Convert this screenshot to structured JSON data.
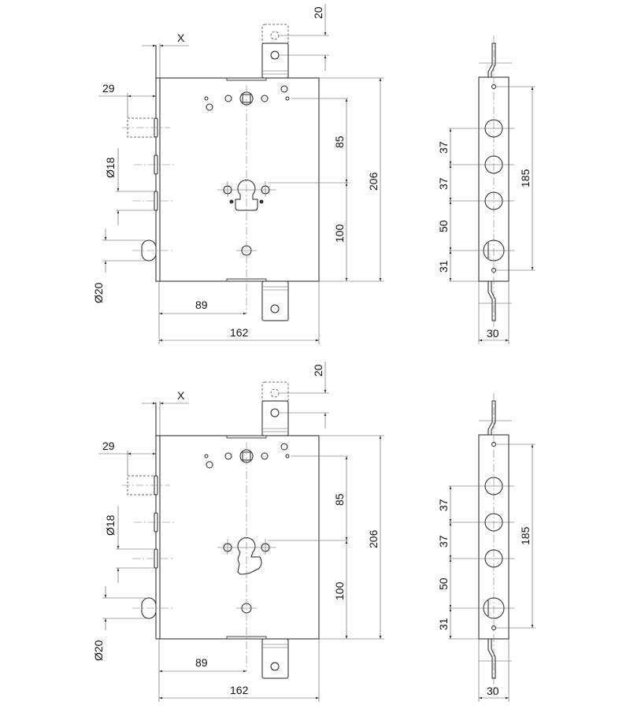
{
  "drawings": [
    {
      "name": "lock-drawing-top",
      "keyhole": "standard"
    },
    {
      "name": "lock-drawing-bottom",
      "keyhole": "lobed"
    }
  ],
  "dims": {
    "x": "X",
    "d29": "29",
    "d18": "Ø18",
    "d20": "Ø20",
    "d85": "85",
    "d100": "100",
    "d206": "206",
    "d20top": "20",
    "d89": "89",
    "d162": "162",
    "side37a": "37",
    "side37b": "37",
    "side50": "50",
    "side31": "31",
    "side185": "185",
    "side30": "30"
  }
}
